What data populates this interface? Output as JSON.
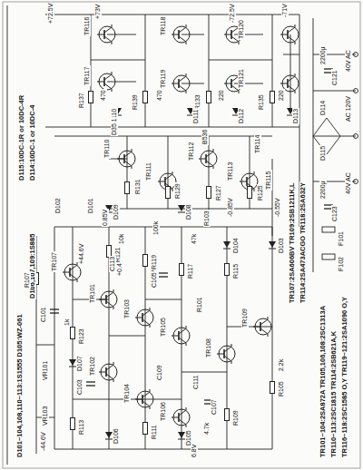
{
  "diagram": {
    "labels": [
      "D101~104,108,110~113:1S1555 D105:WZ-061",
      "D106,107,109:1S885",
      "D114:10DC-1 or 10DC-4",
      "D115:10DC-1R or 10DC-4R",
      "TR107:2SA606BV  TR109:2SB1211K,L",
      "TR114:2SA473ACGO  TR118:2SA632Y",
      "TR101~104:2SA872A  TR105,106,108:2SC1313A",
      "TR110~113:2SC1815  TR114:2SB621A,K",
      "TR116~118:2SC1585 O,Y  TR119~121:2SA1090 O,Y",
      "TR116",
      "TR117",
      "TR118",
      "TR119",
      "TR120",
      "TR121",
      "TR110",
      "TR111",
      "TR112",
      "TR113",
      "TR114",
      "TR115",
      "TR101",
      "TR102",
      "TR103",
      "TR104",
      "TR105",
      "TR106",
      "TR107",
      "TR108",
      "TR109",
      "+72.5V",
      "+73V",
      "-72.5V",
      "-71V",
      "+44.6V",
      "-0.85V",
      "-0.55V",
      "0.85V",
      "+0.4V",
      "-0.1V",
      "-44.6V",
      "6.8V",
      "R137",
      "R139",
      "R133",
      "R135",
      "R131",
      "R129",
      "R127",
      "R125",
      "R123",
      "R121",
      "R119",
      "R117",
      "R115",
      "R113",
      "R111",
      "R109",
      "R107",
      "R105",
      "R103",
      "R101",
      "470",
      "470",
      "220",
      "220",
      "1k",
      "10k",
      "100k",
      "47k",
      "4.7k",
      "2.2k",
      "D110",
      "D111",
      "D112",
      "D113",
      "D109",
      "D108",
      "D107",
      "D106",
      "D105",
      "D104",
      "D103",
      "D102",
      "D101",
      "D114",
      "D115",
      "C101",
      "C103",
      "C105",
      "C107",
      "C109",
      "C111",
      "C113",
      "C121",
      "C123",
      "2200μ",
      "2200μ",
      "VR101",
      "VR103",
      "F101",
      "F102",
      "AC 120V",
      "40V AC",
      "40V AC",
      "D35 1",
      "B536"
    ]
  }
}
